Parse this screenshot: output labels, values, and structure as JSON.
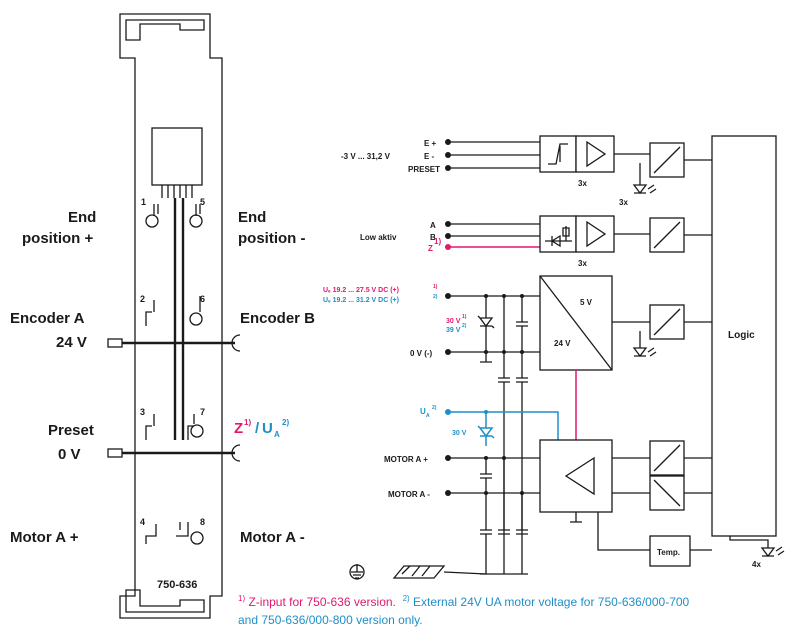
{
  "module": {
    "model": "750-636",
    "left_labels": {
      "end_pos_plus_1": "End",
      "end_pos_plus_2": "position +",
      "encoder_a": "Encoder A",
      "v24": "24 V",
      "preset": "Preset",
      "v0": "0 V",
      "motor_a_plus": "Motor A +"
    },
    "right_labels": {
      "end_pos_minus_1": "End",
      "end_pos_minus_2": "position -",
      "encoder_b": "Encoder B",
      "z": "Z",
      "z_sup": "1)",
      "slash": "/",
      "ua": "U",
      "ua_sub": "A",
      "ua_sup": "2)",
      "motor_a_minus": "Motor A -"
    },
    "terminal_numbers": [
      "1",
      "2",
      "3",
      "4",
      "5",
      "6",
      "7",
      "8"
    ]
  },
  "circuit": {
    "input1": {
      "lines": [
        "E +",
        "E -",
        "PRESET"
      ],
      "range": "-3 V ... 31,2 V",
      "multiplier": "3x"
    },
    "input2": {
      "lines": [
        "A",
        "B",
        "Z"
      ],
      "z_sup": "1)",
      "label": "Low aktiv",
      "multiplier": "3x"
    },
    "supply": {
      "ue1": "Uₑ 19.2 ... 27.5 V DC (+)",
      "ue1_sup": "1)",
      "ue2": "Uₑ 19.2 ... 31.2 V DC (+)",
      "ue2_sup": "2)",
      "z1": "30 V",
      "z1_sup": "1)",
      "z2": "39 V",
      "z2_sup": "2)",
      "gnd": "0 V (-)",
      "conv_top": "5 V",
      "conv_bottom": "24 V"
    },
    "motor": {
      "ua": "U",
      "ua_sub": "A",
      "ua_sup": "2)",
      "zener": "30 V",
      "plus": "MOTOR A +",
      "minus": "MOTOR A -"
    },
    "logic": "Logic",
    "temp": "Temp.",
    "opto_3x": "3x",
    "led_4x": "4x"
  },
  "footnotes": {
    "n1": "1)",
    "t1": "Z-input for 750-636 version.",
    "n2": "2)",
    "t2a": "External 24V UA motor voltage for 750-636/000-700",
    "t2b": "and 750-636/000-800 version only."
  },
  "colors": {
    "pink": "#e0196e",
    "blue": "#1f8fc8",
    "ink": "#1a1a1a"
  }
}
